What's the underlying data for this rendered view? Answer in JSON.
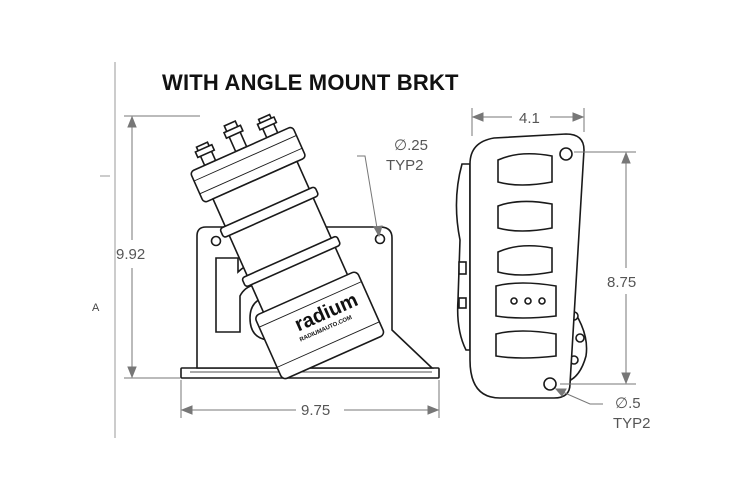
{
  "title": "WITH ANGLE MOUNT BRKT",
  "zone_label": "A",
  "dimensions": {
    "overall_height": "9.92",
    "base_width": "9.75",
    "side_depth": "4.1",
    "hole_spacing": "8.75",
    "small_hole_dia": "∅.25",
    "small_hole_qty": "TYP2",
    "large_hole_dia": "∅.5",
    "large_hole_qty": "TYP2"
  },
  "logo": {
    "brand": "radium",
    "url": "RADIUMAUTO.COM"
  },
  "colors": {
    "line": "#1a1a1a",
    "dim": "#777777",
    "text": "#111111"
  }
}
